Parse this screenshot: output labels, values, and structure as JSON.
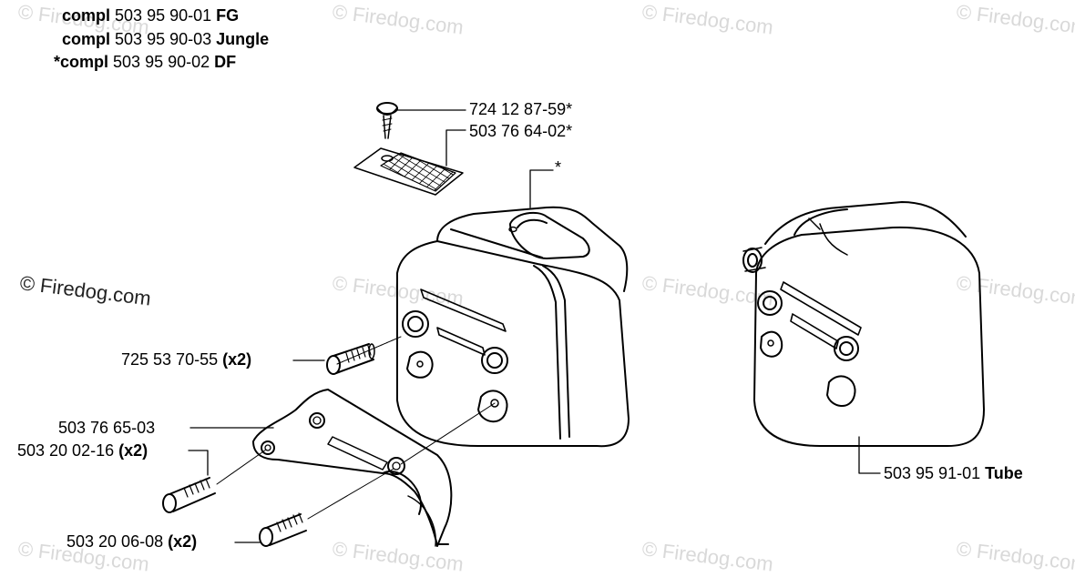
{
  "header": [
    {
      "prefix": "compl",
      "number": "503 95 90-01",
      "variant": "FG"
    },
    {
      "prefix": "compl",
      "number": "503 95 90-03",
      "variant": "Jungle"
    },
    {
      "prefix": "*compl",
      "number": "503 95 90-02",
      "variant": "DF"
    }
  ],
  "labels": {
    "screw_top": {
      "number": "724 12 87-59*",
      "suffix": ""
    },
    "plate": {
      "number": "503 76 64-02*",
      "suffix": ""
    },
    "star": {
      "number": "*",
      "suffix": ""
    },
    "bolt_a": {
      "number": "725 53 70-55",
      "suffix": "(x2)"
    },
    "bracket": {
      "number": "503 76 65-03",
      "suffix": ""
    },
    "bolt_b": {
      "number": "503 20 02-16",
      "suffix": "(x2)"
    },
    "bolt_c": {
      "number": "503 20 06-08",
      "suffix": "(x2)"
    },
    "tube": {
      "number": "503 95 91-01",
      "suffix": "Tube"
    }
  },
  "watermark": "© Firedog.com"
}
